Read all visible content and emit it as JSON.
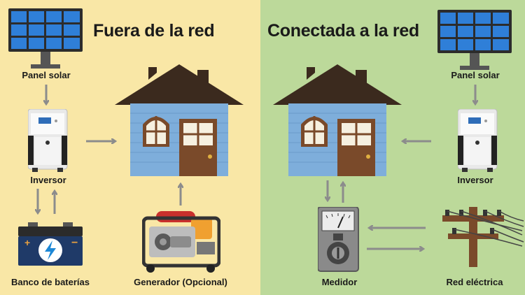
{
  "colors": {
    "offgrid_bg": "#f9e7a6",
    "ongrid_bg": "#bcd99a",
    "house_wall": "#7eaedb",
    "roof": "#3b2a1e",
    "door": "#7a4a2a",
    "arrow": "#8c8c8c",
    "battery_bolt": "#1e88d6"
  },
  "off_grid": {
    "title": "Fuera de la red",
    "solar_panel_label": "Panel solar",
    "inverter_label": "Inversor",
    "battery_label": "Banco de baterías",
    "generator_label": "Generador (Opcional)"
  },
  "on_grid": {
    "title": "Conectada a la red",
    "solar_panel_label": "Panel solar",
    "inverter_label": "Inversor",
    "meter_label": "Medidor",
    "grid_label": "Red eléctrica"
  },
  "icons": [
    "solar-panel-icon",
    "inverter-icon",
    "house-icon",
    "battery-icon",
    "generator-icon",
    "meter-icon",
    "utility-pole-icon",
    "arrow-icon"
  ]
}
